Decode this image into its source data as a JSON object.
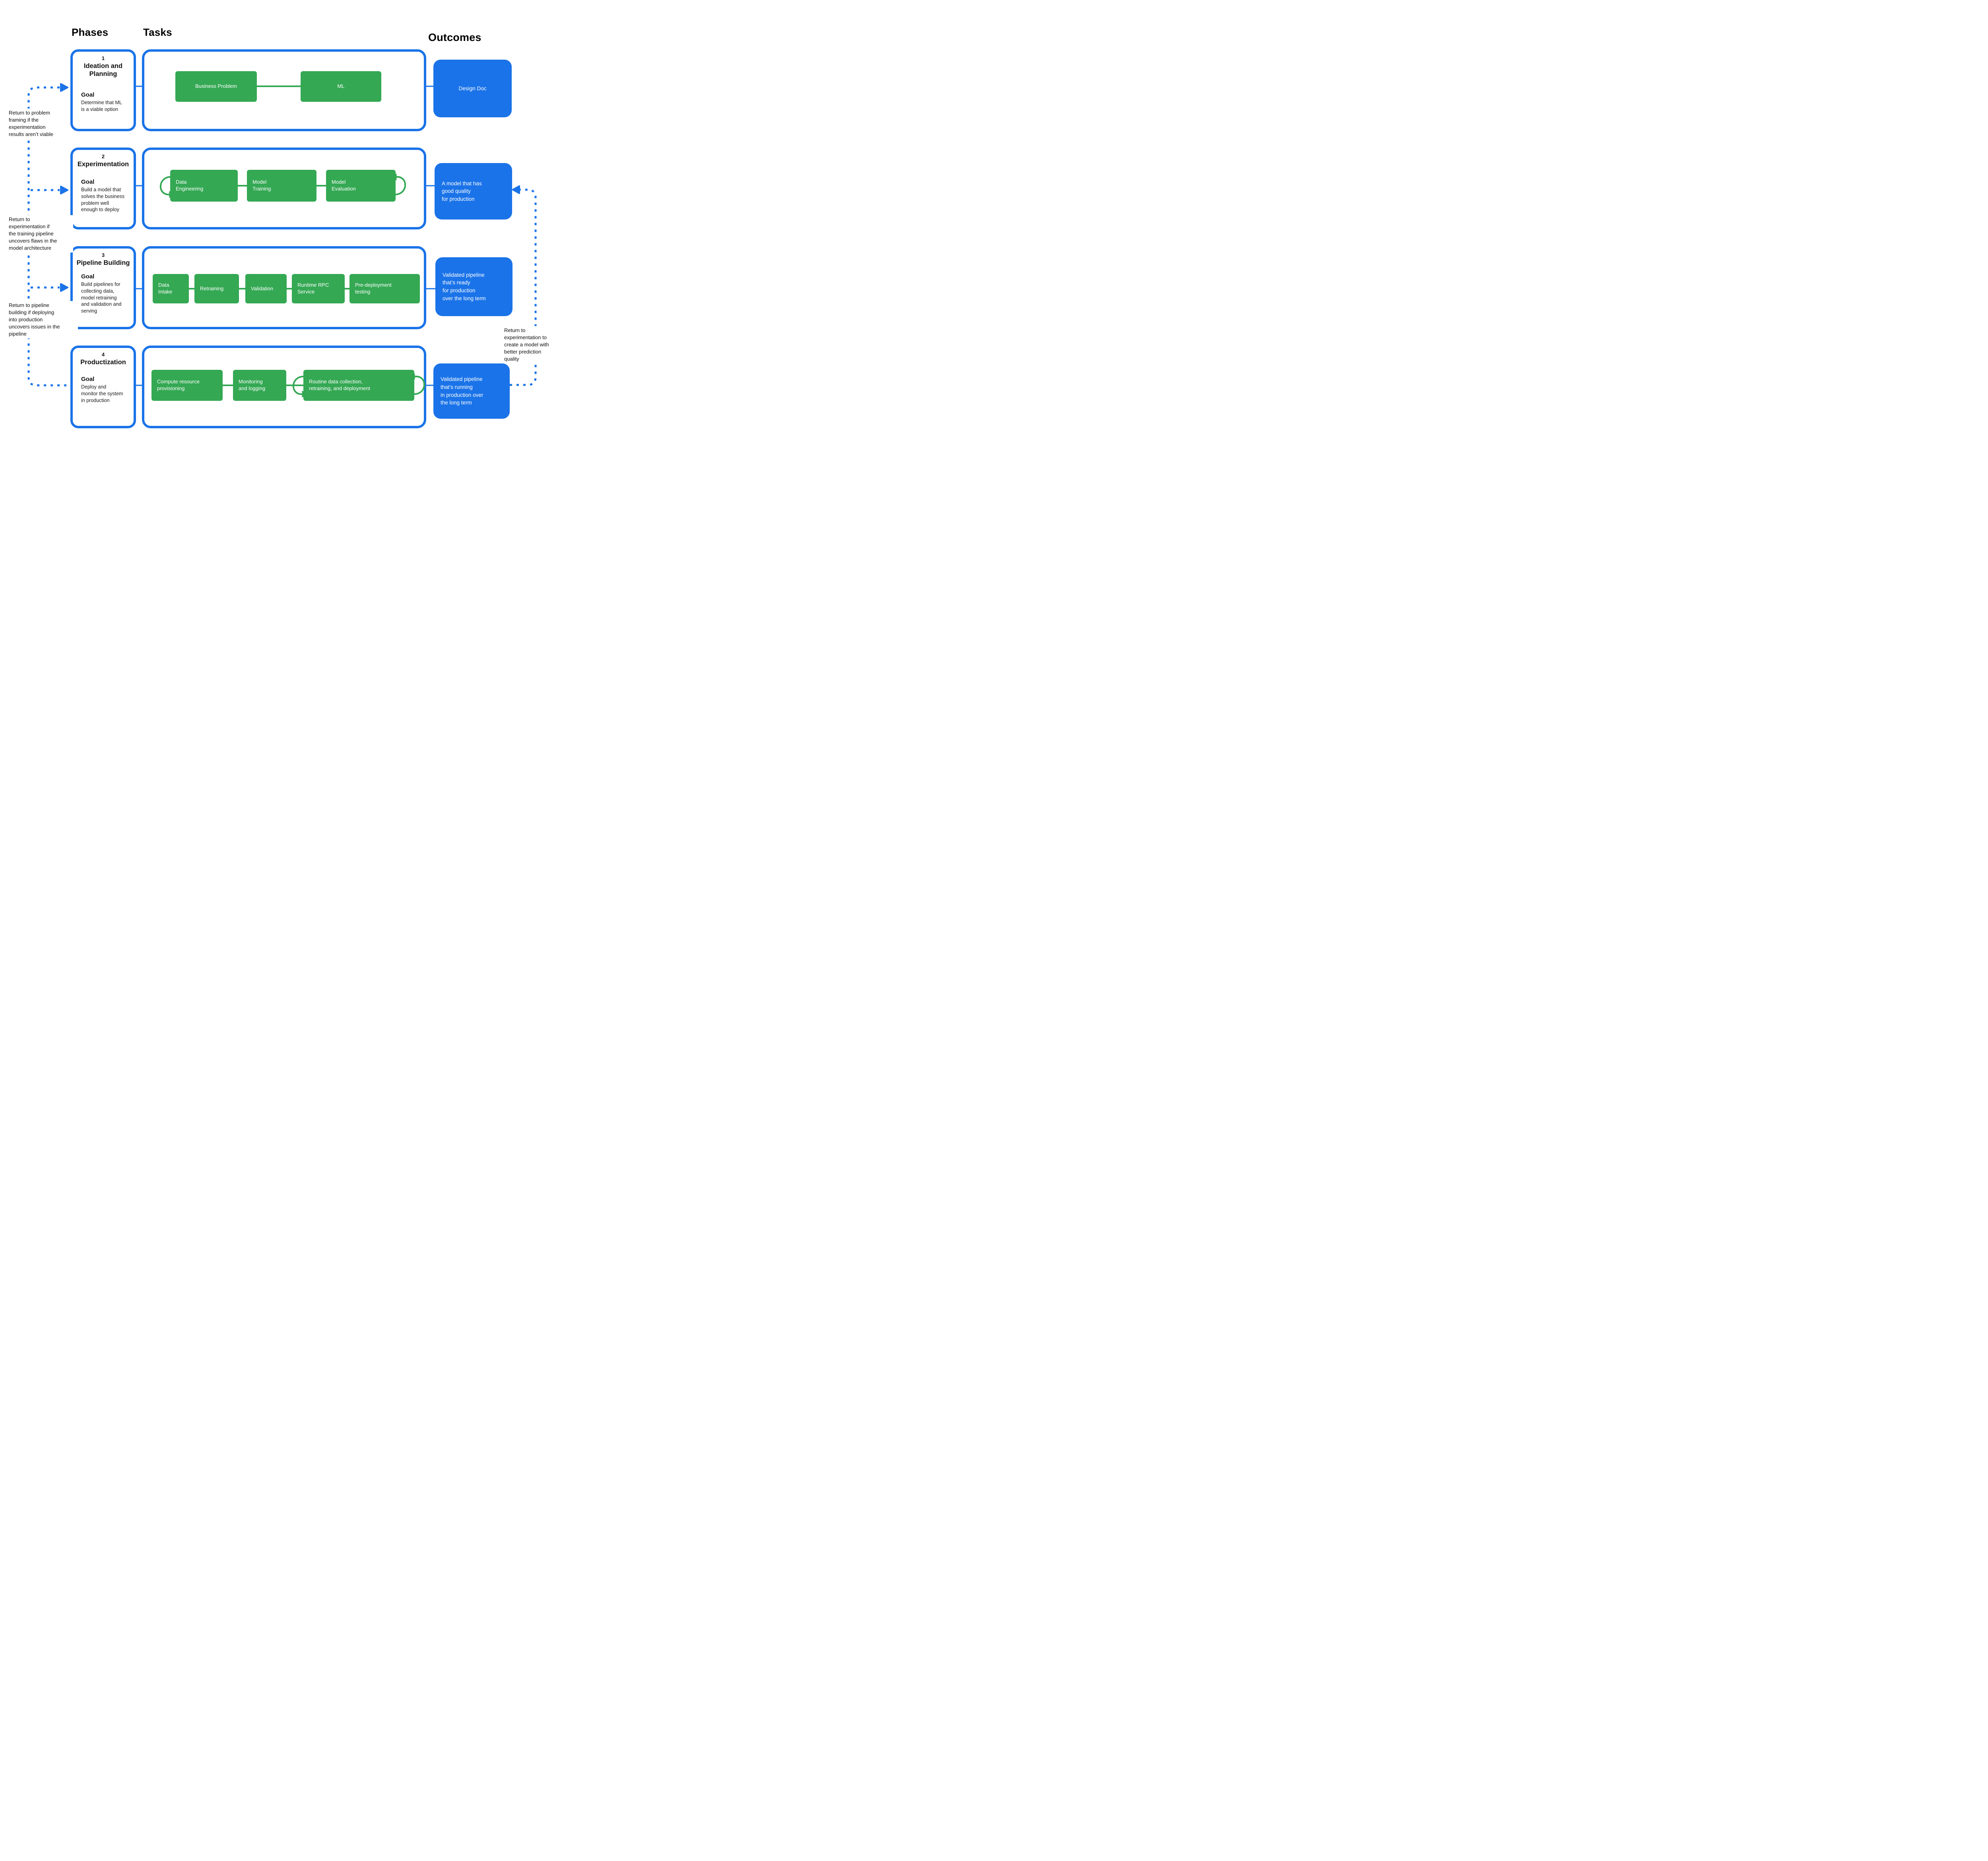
{
  "colors": {
    "blue": "#1a73e8",
    "green": "#34a853",
    "text_dark": "#1a1a1a"
  },
  "headers": {
    "phases": "Phases",
    "tasks": "Tasks",
    "outcomes": "Outcomes"
  },
  "phases": [
    {
      "number": "1",
      "title": "Ideation and\nPlanning",
      "goal_label": "Goal",
      "goal_text": "Determine that ML\nis a viable option",
      "tasks": [
        "Business Problem",
        "ML"
      ],
      "outcome": "Design Doc"
    },
    {
      "number": "2",
      "title": "Experimentation",
      "goal_label": "Goal",
      "goal_text": "Build a model that\nsolves the business\nproblem well\nenough to deploy",
      "tasks": [
        "Data\nEngineering",
        "Model\nTraining",
        "Model\nEvaluation"
      ],
      "outcome": "A model that has\ngood quality\nfor production"
    },
    {
      "number": "3",
      "title": "Pipeline Building",
      "goal_label": "Goal",
      "goal_text": "Build pipelines for\ncollecting data,\nmodel retraining\nand validation and\nserving",
      "tasks": [
        "Data\nIntake",
        "Retraining",
        "Validation",
        "Runtime RPC\nService",
        "Pre-deployment\ntesting"
      ],
      "outcome": "Validated pipeline\nthat’s ready\nfor production\nover the long term"
    },
    {
      "number": "4",
      "title": "Productization",
      "goal_label": "Goal",
      "goal_text": "Deploy and\nmonitor the system\nin production",
      "tasks": [
        "Compute  resource\nprovisioning",
        "Monitoring\nand logging",
        "Routine data collection,\nretraining, and deployment"
      ],
      "outcome": "Validated pipeline\nthat’s running\nin production over\nthe long term"
    }
  ],
  "return_notes": [
    {
      "text": "Return to problem\nframing if the\nexperimentation\nresults aren’t viable"
    },
    {
      "text": "Return to\nexperimentation if\nthe training pipeline\nuncovers flaws in the\nmodel architecture"
    },
    {
      "text": "Return to pipeline\nbuilding if deploying\ninto production\nuncovers issues in the\npipeline"
    },
    {
      "text": "Return to\nexperimentation to\ncreate a model with\nbetter prediction\nquality"
    }
  ]
}
